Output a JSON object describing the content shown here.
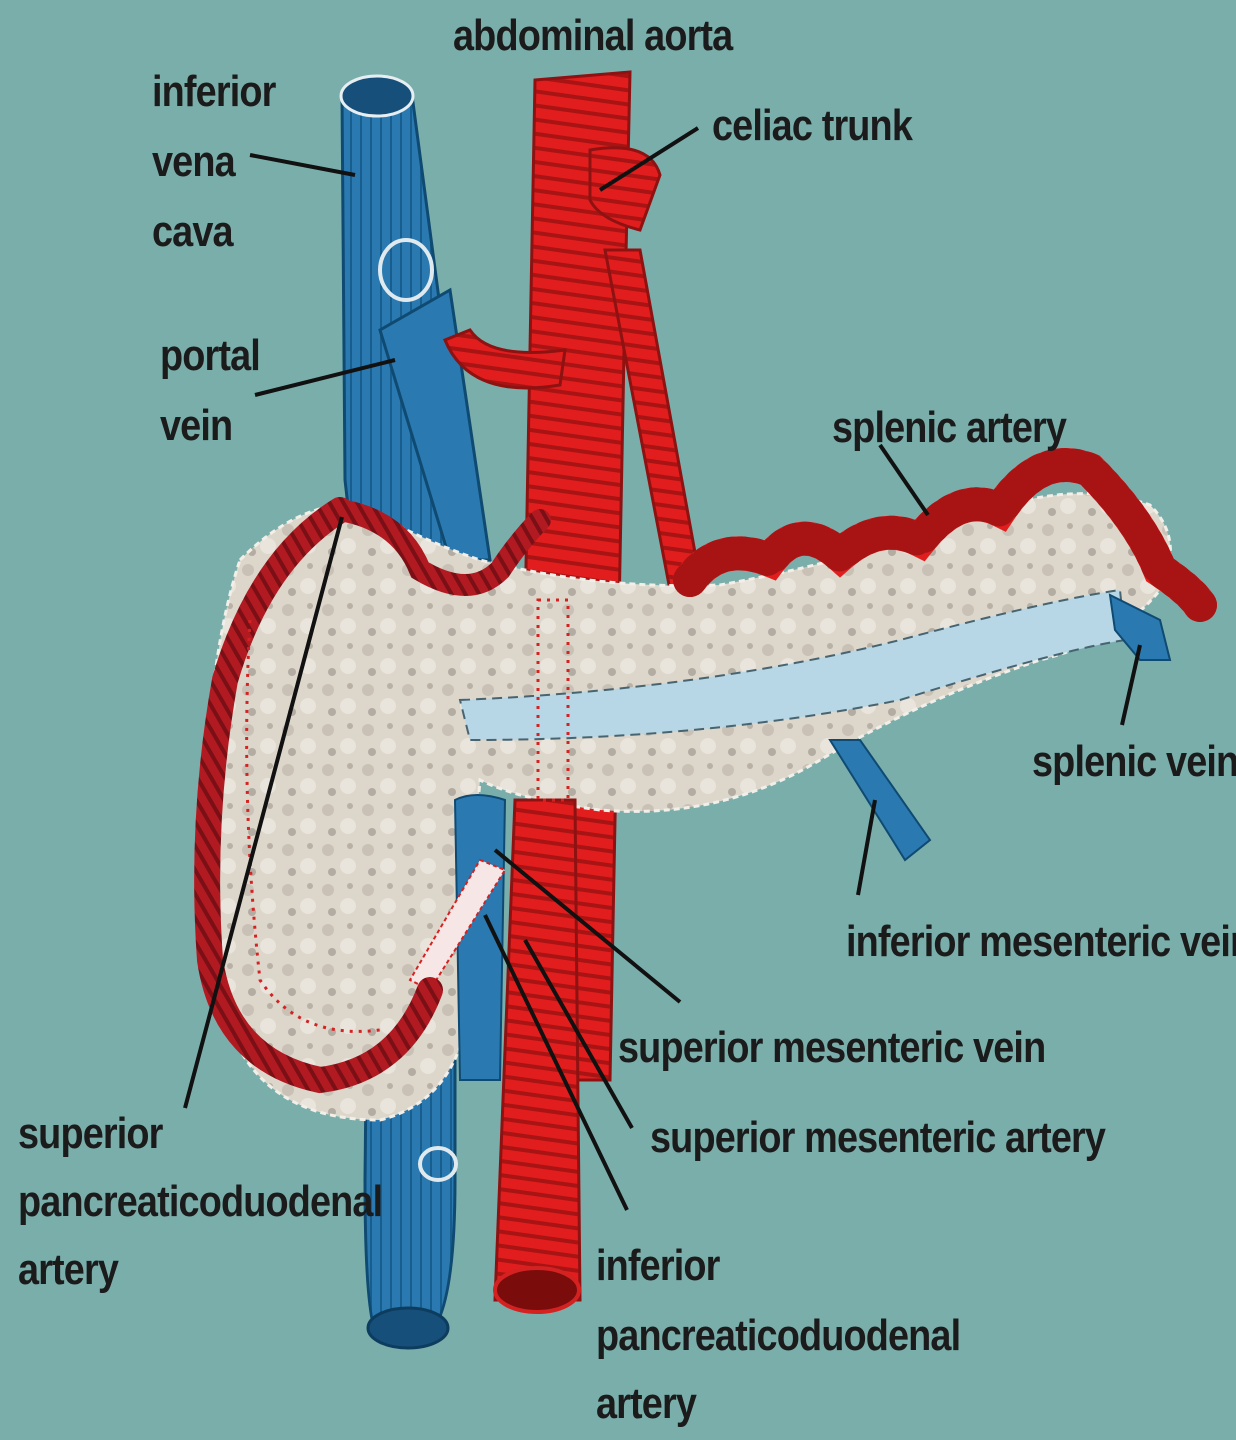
{
  "labels": {
    "abdominal_aorta": "abdominal aorta",
    "inferior_vena_cava": [
      "inferior",
      "vena",
      "cava"
    ],
    "celiac_trunk": "celiac trunk",
    "portal_vein": [
      "portal",
      "vein"
    ],
    "splenic_artery": "splenic artery",
    "splenic_vein": "splenic vein",
    "inferior_mesenteric_vein": "inferior mesenteric vein",
    "superior_mesenteric_vein": "superior mesenteric vein",
    "superior_mesenteric_artery": "superior mesenteric artery",
    "superior_pancreaticoduodenal_artery": [
      "superior",
      "pancreaticoduodenal",
      "artery"
    ],
    "inferior_pancreaticoduodenal_artery": [
      "inferior",
      "pancreaticoduodenal",
      "artery"
    ]
  },
  "colors": {
    "background": "#7aaeab",
    "vein": "#1f6fa6",
    "artery": "#e21d1d",
    "artery_dark": "#9e1720",
    "pancreas": "#ddd6cb",
    "label": "#1b1b1b"
  }
}
